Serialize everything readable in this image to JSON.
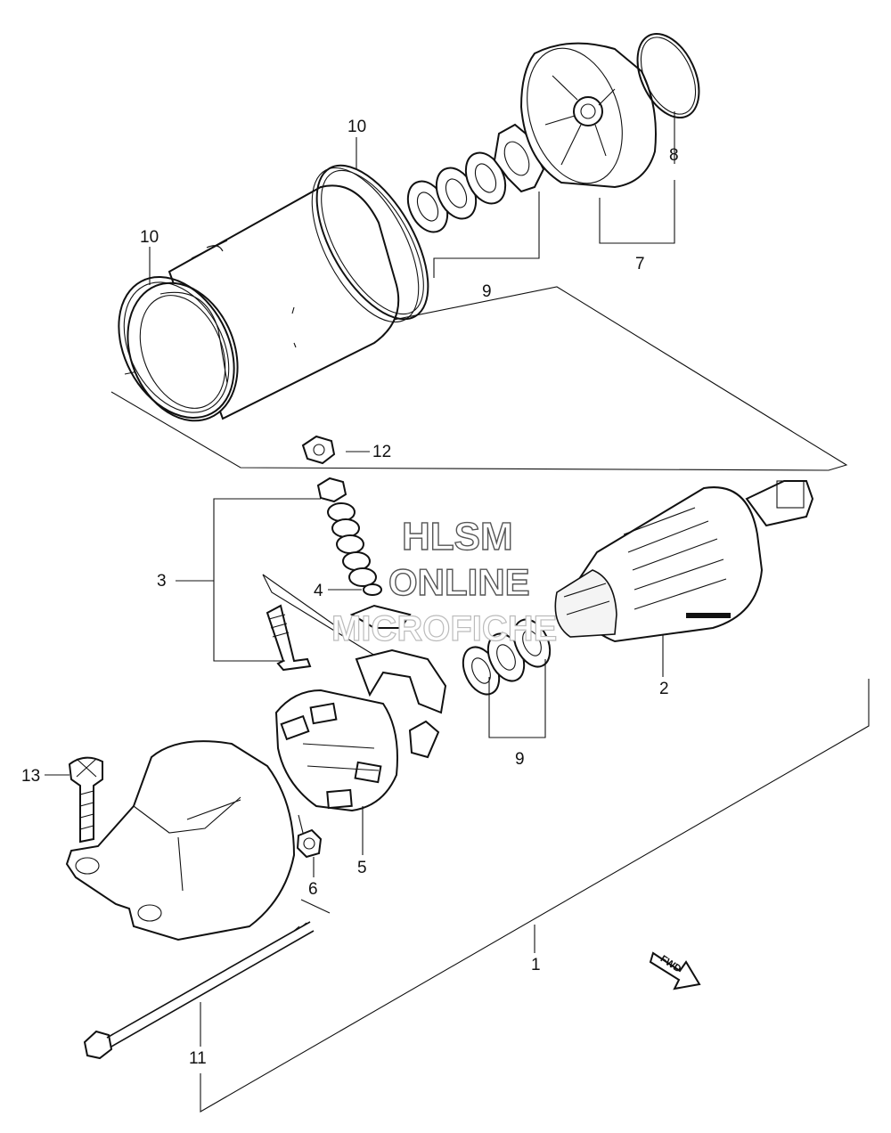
{
  "callouts": {
    "p1": "1",
    "p2": "2",
    "p3": "3",
    "p4": "4",
    "p5": "5",
    "p6": "6",
    "p7": "7",
    "p8": "8",
    "p9a": "9",
    "p9b": "9",
    "p10a": "10",
    "p10b": "10",
    "p11": "11",
    "p12": "12",
    "p13": "13"
  },
  "watermark": {
    "line1": "HLSM",
    "line2": "ONLINE",
    "line3": "MICROFICHE"
  },
  "direction_arrow": {
    "label": "FWD"
  },
  "colors": {
    "line": "#111111",
    "background": "#ffffff"
  }
}
